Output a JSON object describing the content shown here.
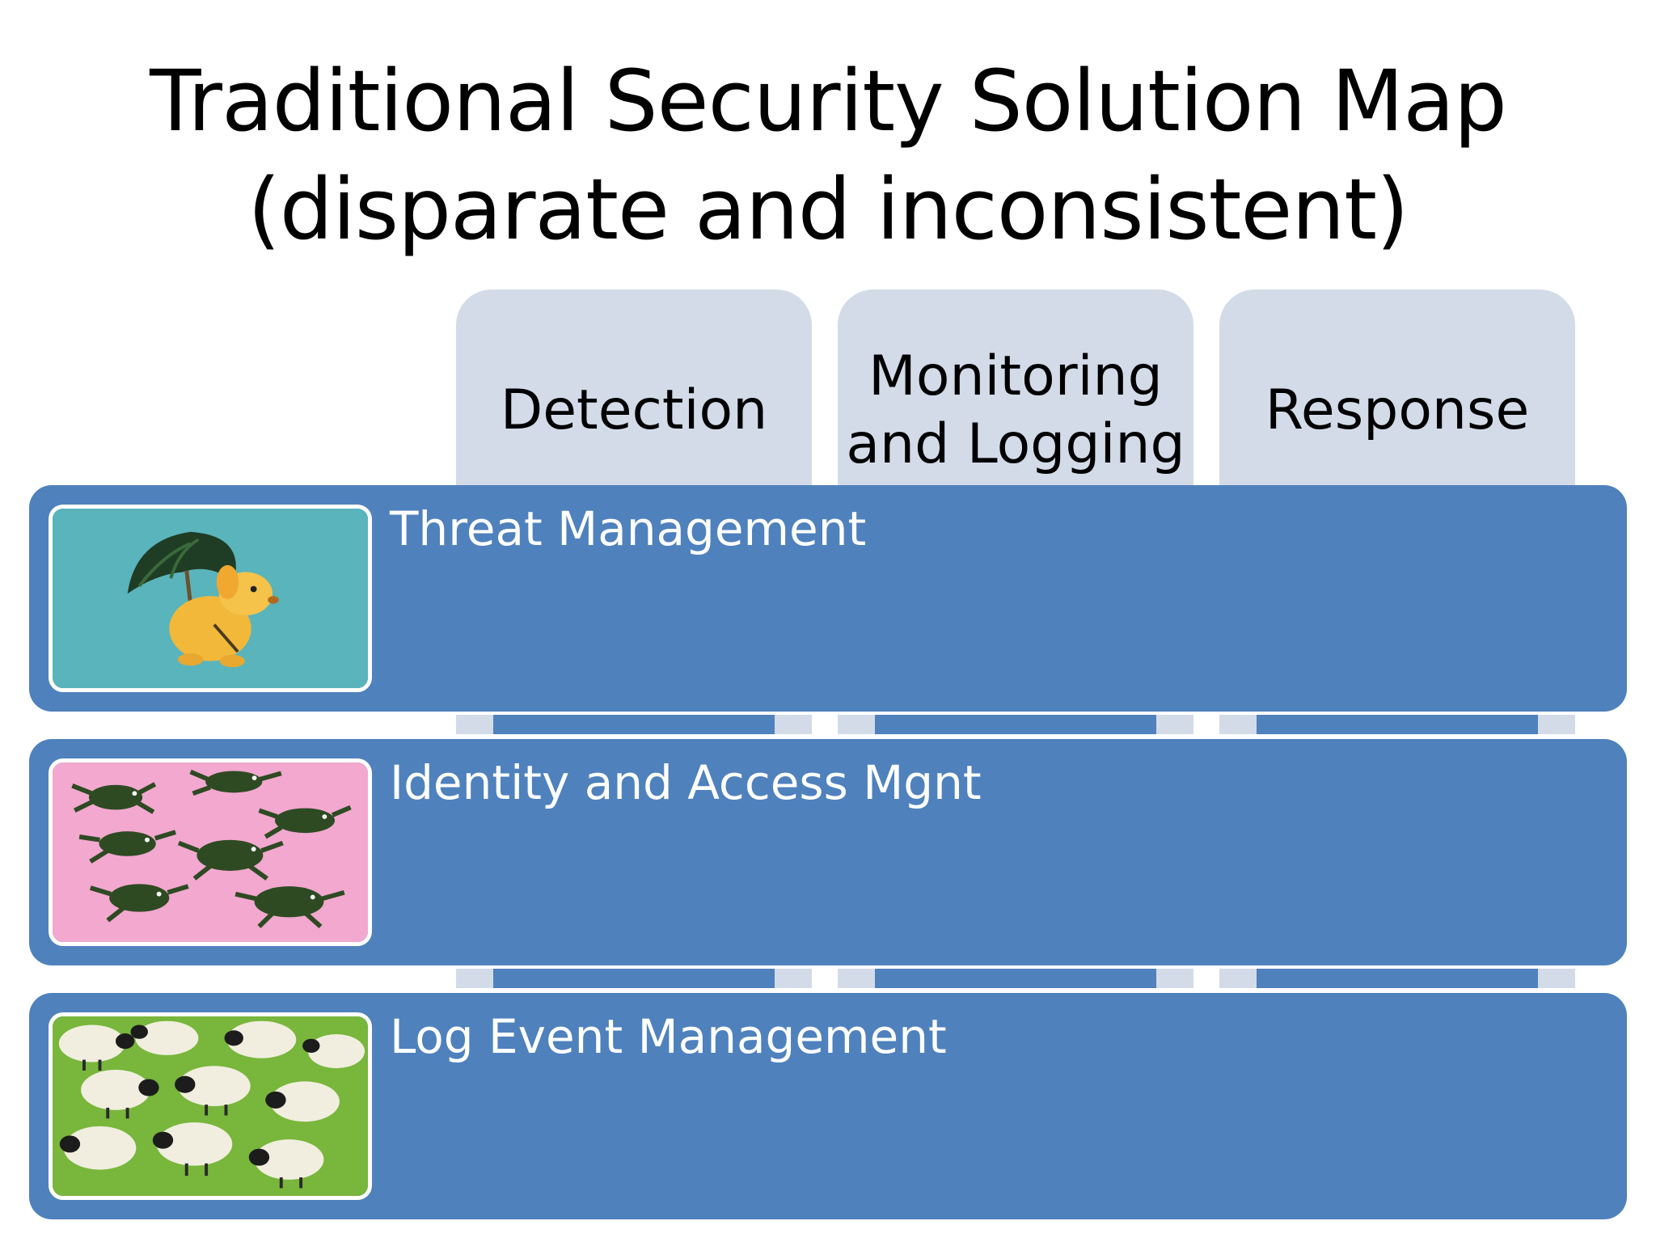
{
  "title": {
    "line1": "Traditional Security Solution Map",
    "line2": "(disparate and inconsistent)"
  },
  "columns": [
    {
      "label": "Detection"
    },
    {
      "label": "Monitoring\nand Logging"
    },
    {
      "label": "Response"
    }
  ],
  "rows": [
    {
      "label": "Threat Management",
      "image": "umbrella-dog-icon",
      "image_bg": "#5ab4bb"
    },
    {
      "label": "Identity and Access Mgnt",
      "image": "cucumber-frogs-icon",
      "image_bg": "#f2a8cf"
    },
    {
      "label": "Log Event Management",
      "image": "cauliflower-sheep-icon",
      "image_bg": "#78b63c"
    }
  ],
  "colors": {
    "band": "#4f81bd",
    "column_header": "#d3dbe9",
    "band_text": "#ffffff"
  }
}
